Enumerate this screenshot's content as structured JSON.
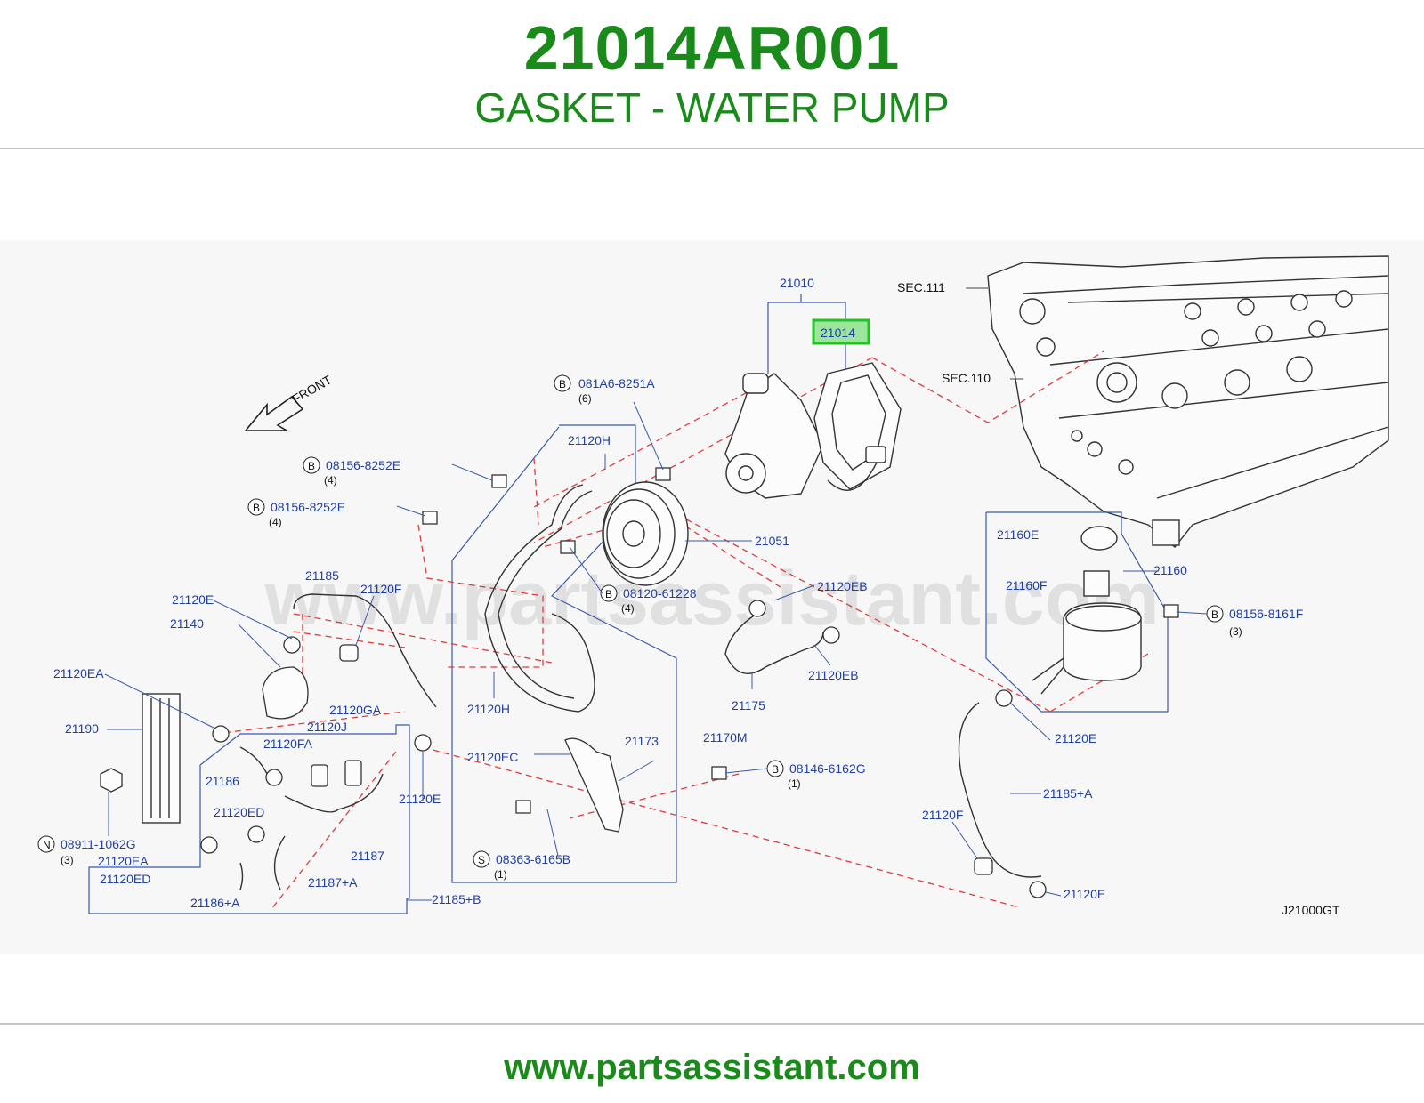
{
  "header": {
    "part_number": "21014AR001",
    "part_name": "GASKET - WATER PUMP"
  },
  "diagram": {
    "watermark": "www.partsassistant.com",
    "front_label": "FRONT",
    "diagram_code": "J21000GT",
    "highlighted_part": "21014",
    "sections": [
      "SEC.111",
      "SEC.110"
    ],
    "parts": [
      "21010",
      "21014",
      "21051",
      "21120H",
      "21120EB",
      "21120EB",
      "21175",
      "21170M",
      "21173",
      "21120EC",
      "21120H",
      "21185",
      "21120E",
      "21120F",
      "21140",
      "21120EA",
      "21190",
      "21120GA",
      "21120J",
      "21120FA",
      "21186",
      "21120ED",
      "21120EA",
      "21120ED",
      "21186+A",
      "21187",
      "21187+A",
      "21185+B",
      "21120E",
      "21160",
      "21160E",
      "21160F",
      "21120E",
      "21185+A",
      "21120F",
      "21120E"
    ],
    "callouts": [
      {
        "symbol": "B",
        "code": "081A6-8251A",
        "qty": "(6)"
      },
      {
        "symbol": "B",
        "code": "08156-8252E",
        "qty": "(4)"
      },
      {
        "symbol": "B",
        "code": "08156-8252E",
        "qty": "(4)"
      },
      {
        "symbol": "B",
        "code": "08120-61228",
        "qty": "(4)"
      },
      {
        "symbol": "B",
        "code": "08156-8161F",
        "qty": "(3)"
      },
      {
        "symbol": "B",
        "code": "08146-6162G",
        "qty": "(1)"
      },
      {
        "symbol": "S",
        "code": "08363-6165B",
        "qty": "(1)"
      },
      {
        "symbol": "N",
        "code": "08911-1062G",
        "qty": "(3)"
      }
    ]
  },
  "footer": {
    "url": "www.partsassistant.com"
  },
  "colors": {
    "brand_green": "#1a8a1a",
    "label_blue": "#1f3fa8",
    "leader_red": "#e23b3b",
    "highlight_green": "#22c422"
  }
}
